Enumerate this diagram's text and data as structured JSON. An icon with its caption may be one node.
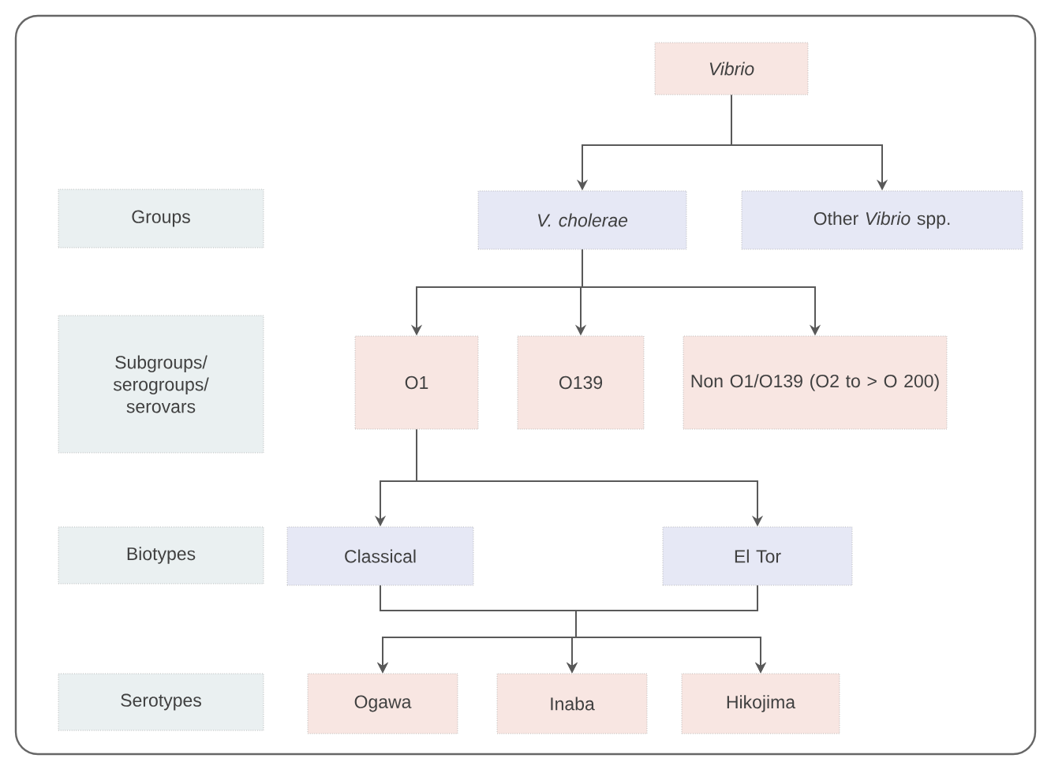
{
  "diagram": {
    "nodes": [
      {
        "text": [
          "Vibrio"
        ]
      },
      {
        "text": [
          "Groups"
        ]
      },
      {
        "text": [
          "V. cholerae"
        ]
      },
      {
        "text": [
          "Other *Vibrio* spp."
        ]
      },
      {
        "text": [
          "Subgroups/ serogroups/ serovars"
        ]
      },
      {
        "text": [
          "O1"
        ]
      },
      {
        "text": [
          "O139"
        ]
      },
      {
        "text": [
          "Non O1/O139 (O2 to > O 200)"
        ]
      },
      {
        "text": [
          "Biotypes"
        ]
      },
      {
        "text": [
          "Classical"
        ]
      },
      {
        "text": [
          "El Tor"
        ]
      },
      {
        "text": [
          "Serotypes"
        ]
      },
      {
        "text": [
          "Ogawa"
        ]
      },
      {
        "text": [
          "Inaba"
        ]
      },
      {
        "text": [
          "Hikojima"
        ]
      }
    ],
    "edges": [
      {
        "from": 0,
        "to": 2,
        "arrow": "to"
      },
      {
        "from": 0,
        "to": 3,
        "arrow": "to"
      },
      {
        "from": 2,
        "to": 5,
        "arrow": "to"
      },
      {
        "from": 2,
        "to": 6,
        "arrow": "to"
      },
      {
        "from": 2,
        "to": 7,
        "arrow": "to"
      },
      {
        "from": 5,
        "to": 9,
        "arrow": "to"
      },
      {
        "from": 5,
        "to": 10,
        "arrow": "to"
      },
      {
        "from": 9,
        "to": 12,
        "arrow": "to"
      },
      {
        "from": 9,
        "to": 13,
        "arrow": "to"
      },
      {
        "from": 9,
        "to": 14,
        "arrow": "to"
      },
      {
        "from": 10,
        "to": 12,
        "arrow": "to"
      },
      {
        "from": 10,
        "to": 13,
        "arrow": "to"
      },
      {
        "from": 10,
        "to": 14,
        "arrow": "to"
      }
    ]
  }
}
